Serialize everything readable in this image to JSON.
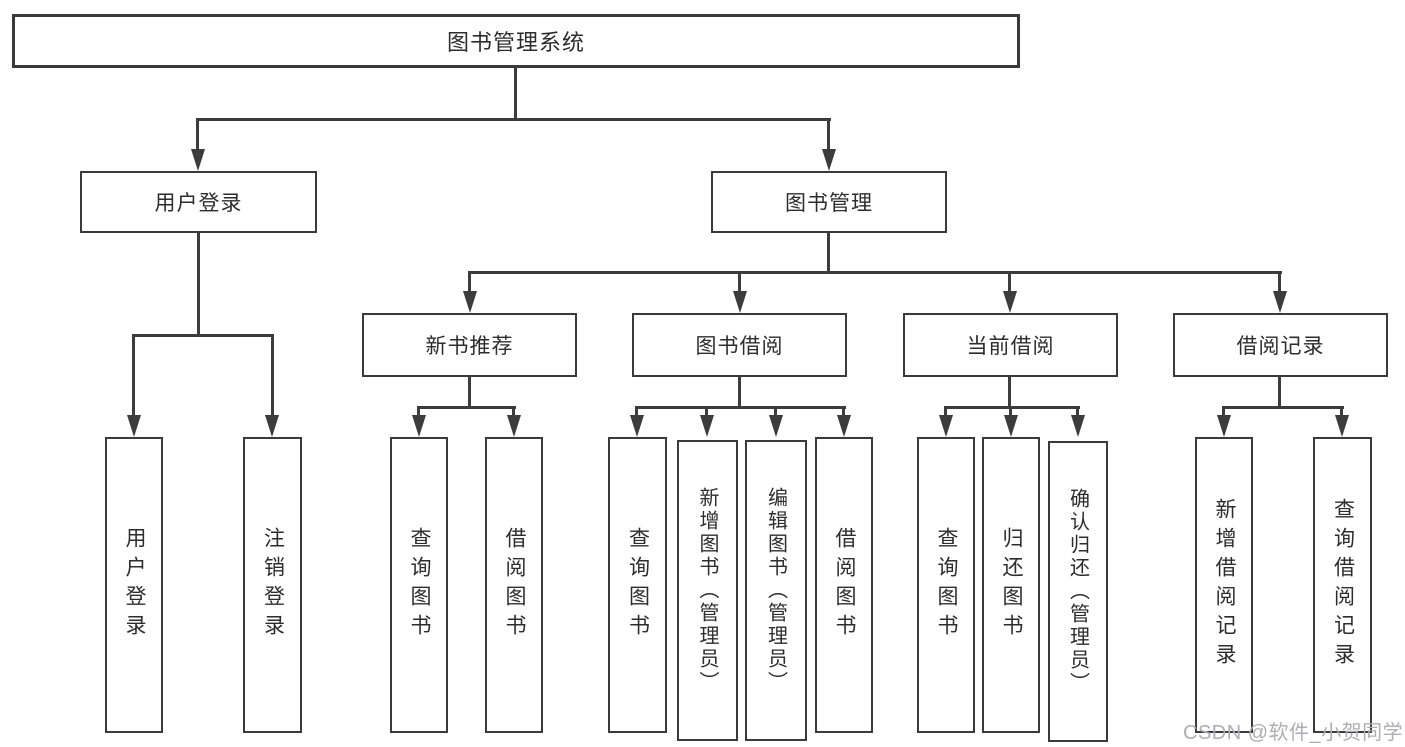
{
  "tree": {
    "root_label": "图书管理系统",
    "branches": [
      {
        "label": "用户登录",
        "children": [
          {
            "label": "用户登录"
          },
          {
            "label": "注销登录"
          }
        ]
      },
      {
        "label": "图书管理",
        "children": [
          {
            "label": "新书推荐",
            "children": [
              {
                "label": "查询图书"
              },
              {
                "label": "借阅图书"
              }
            ]
          },
          {
            "label": "图书借阅",
            "children": [
              {
                "label": "查询图书"
              },
              {
                "label": "新增图书（管理员）"
              },
              {
                "label": "编辑图书（管理员）"
              },
              {
                "label": "借阅图书"
              }
            ]
          },
          {
            "label": "当前借阅",
            "children": [
              {
                "label": "查询图书"
              },
              {
                "label": "归还图书"
              },
              {
                "label": "确认归还（管理员）"
              }
            ]
          },
          {
            "label": "借阅记录",
            "children": [
              {
                "label": "新增借阅记录"
              },
              {
                "label": "查询借阅记录"
              }
            ]
          }
        ]
      }
    ]
  },
  "watermark": {
    "text": "CSDN @软件_小贺同学",
    "color": "#aeaeb4"
  },
  "palette": {
    "line_color": "#3c3c3c",
    "border_color": "#3a3a3a",
    "text_color": "#2d2d2d",
    "background": "#ffffff"
  }
}
